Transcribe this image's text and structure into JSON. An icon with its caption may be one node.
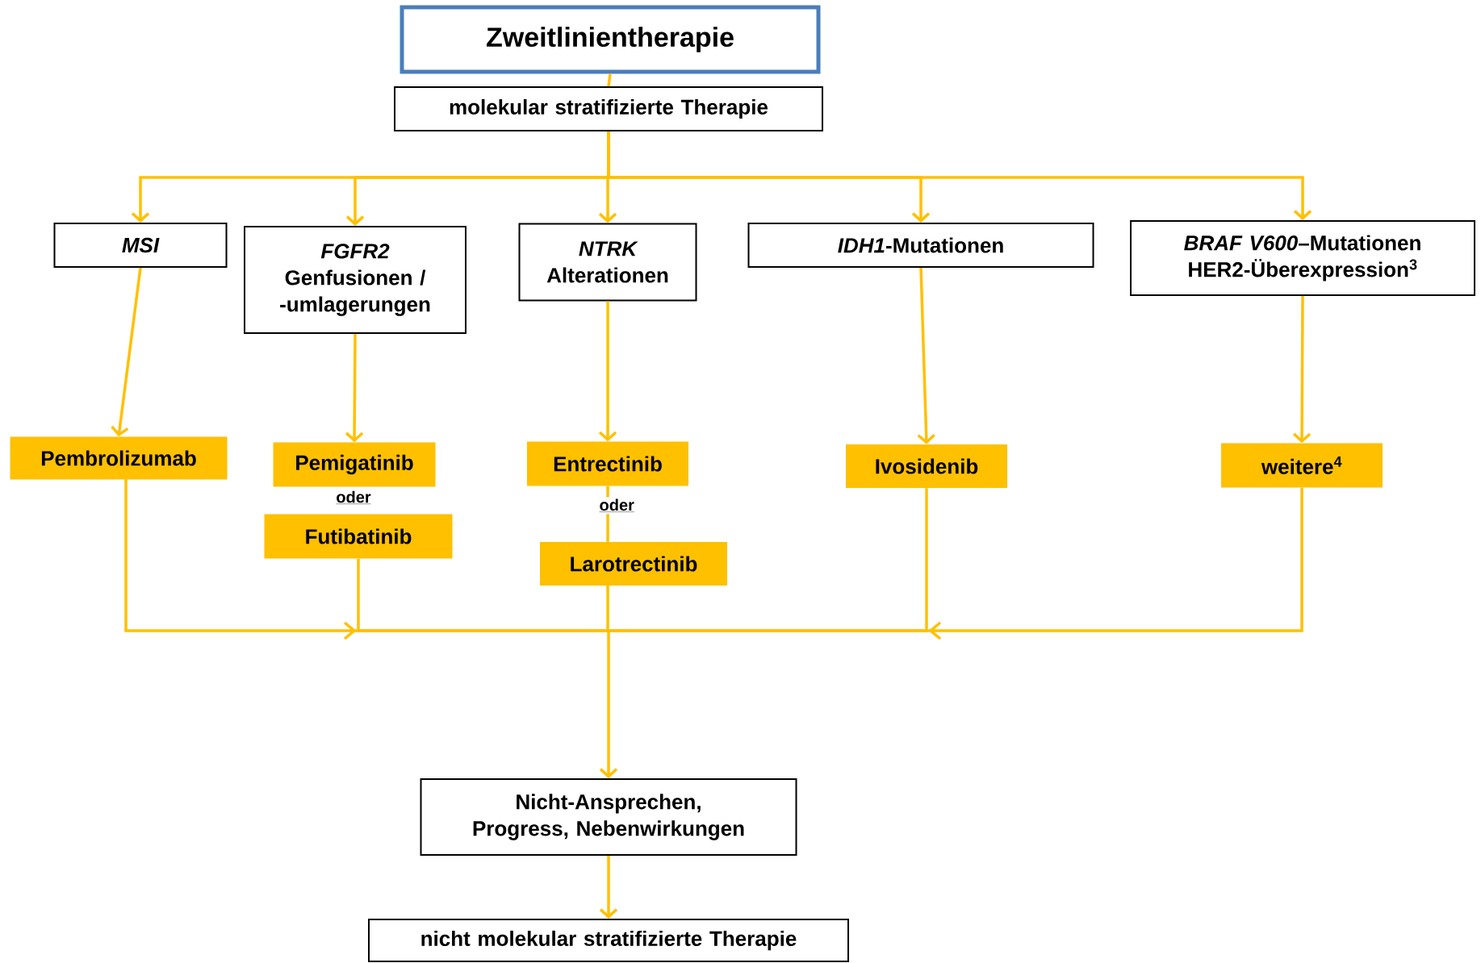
{
  "diagram": {
    "nodes": [
      {
        "text": [
          "Zweitlinientherapie"
        ]
      },
      {
        "text": [
          "molekular stratifizierte Therapie"
        ]
      },
      {
        "text": [
          "MSI"
        ]
      },
      {
        "text": [
          "*FGFR2* Genfusionen / -umlagerungen"
        ]
      },
      {
        "text": [
          "*NTRK* Alterationen"
        ]
      },
      {
        "text": [
          "*IDH1*-Mutationen"
        ]
      },
      {
        "text": [
          "*BRAF V600*–Mutationen HER2-Überexpression$^{3}$"
        ]
      },
      {
        "text": [
          "Pembrolizumab"
        ]
      },
      {
        "text": [
          "Pemigatinib"
        ]
      },
      {
        "text": [
          "Futibatinib"
        ]
      },
      {
        "text": [
          "Entrectinib"
        ]
      },
      {
        "text": [
          "Larotrectinib"
        ]
      },
      {
        "text": [
          "Ivosidenib"
        ]
      },
      {
        "text": [
          "weitere$^{4}$"
        ]
      },
      {
        "text": [
          "Nicht-Ansprechen, Progress, Nebenwirkungen"
        ]
      },
      {
        "text": [
          "nicht molekular stratifizierte Therapie"
        ]
      }
    ],
    "edges": [
      {
        "from": 0,
        "to": 1,
        "arrow": "none"
      },
      {
        "from": 1,
        "to": 2,
        "arrow": "to"
      },
      {
        "from": 1,
        "to": 3,
        "arrow": "to"
      },
      {
        "from": 1,
        "to": 4,
        "arrow": "to"
      },
      {
        "from": 1,
        "to": 5,
        "arrow": "to"
      },
      {
        "from": 1,
        "to": 6,
        "arrow": "to"
      },
      {
        "from": 2,
        "to": 7,
        "arrow": "to"
      },
      {
        "from": 3,
        "to": 8,
        "arrow": "to"
      },
      {
        "from": 4,
        "to": 10,
        "arrow": "to"
      },
      {
        "from": 5,
        "to": 12,
        "arrow": "to"
      },
      {
        "from": 6,
        "to": 13,
        "arrow": "to"
      },
      {
        "from": 10,
        "to": 11,
        "arrow": "none",
        "label": "oder"
      },
      {
        "from": 7,
        "to": 14,
        "arrow": "to"
      },
      {
        "from": 9,
        "to": 14,
        "arrow": "to"
      },
      {
        "from": 11,
        "to": 14,
        "arrow": "to"
      },
      {
        "from": 12,
        "to": 14,
        "arrow": "to"
      },
      {
        "from": 13,
        "to": 14,
        "arrow": "to"
      },
      {
        "from": 14,
        "to": 15,
        "arrow": "to"
      }
    ],
    "labels": [
      "oder"
    ]
  }
}
